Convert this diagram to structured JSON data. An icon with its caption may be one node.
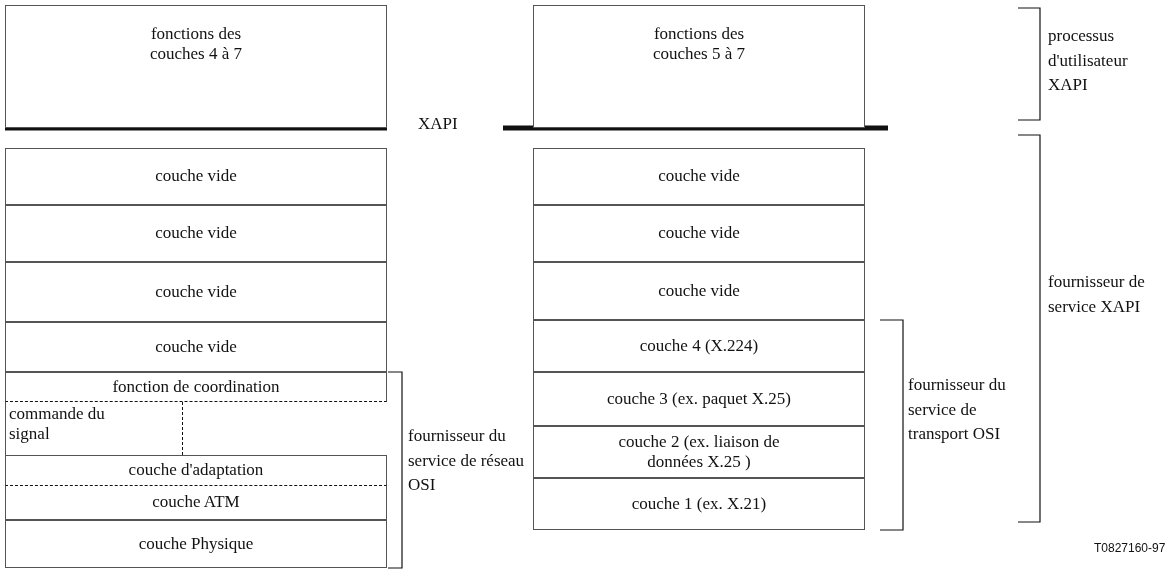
{
  "diagram": {
    "nodes": [
      {
        "text": [
          "fonctions des couches 4 à 7"
        ]
      },
      {
        "text": [
          "couche vide"
        ]
      },
      {
        "text": [
          "couche vide"
        ]
      },
      {
        "text": [
          "couche vide"
        ]
      },
      {
        "text": [
          "couche vide"
        ]
      },
      {
        "text": [
          "fonction de coordination"
        ]
      },
      {
        "text": [
          "commande du signal"
        ]
      },
      {
        "text": [
          "couche d'adaptation"
        ]
      },
      {
        "text": [
          "couche ATM"
        ]
      },
      {
        "text": [
          "couche Physique"
        ]
      },
      {
        "text": [
          "fonctions des couches 5 à 7"
        ]
      },
      {
        "text": [
          "couche vide"
        ]
      },
      {
        "text": [
          "couche vide"
        ]
      },
      {
        "text": [
          "couche vide"
        ]
      },
      {
        "text": [
          "couche 4 (X.224)"
        ]
      },
      {
        "text": [
          "couche 3 (ex. paquet X.25)"
        ]
      },
      {
        "text": [
          "couche 2 (ex. liaison de données X.25 )"
        ]
      },
      {
        "text": [
          "couche 1 (ex. X.21)"
        ]
      }
    ],
    "labels": [
      "processus d'utilisateur XAPI",
      "XAPI",
      "fournisseur de service XAPI",
      "fournisseur du service de transport OSI",
      "fournisseur du service de réseau OSI",
      "T0827160-97"
    ]
  }
}
